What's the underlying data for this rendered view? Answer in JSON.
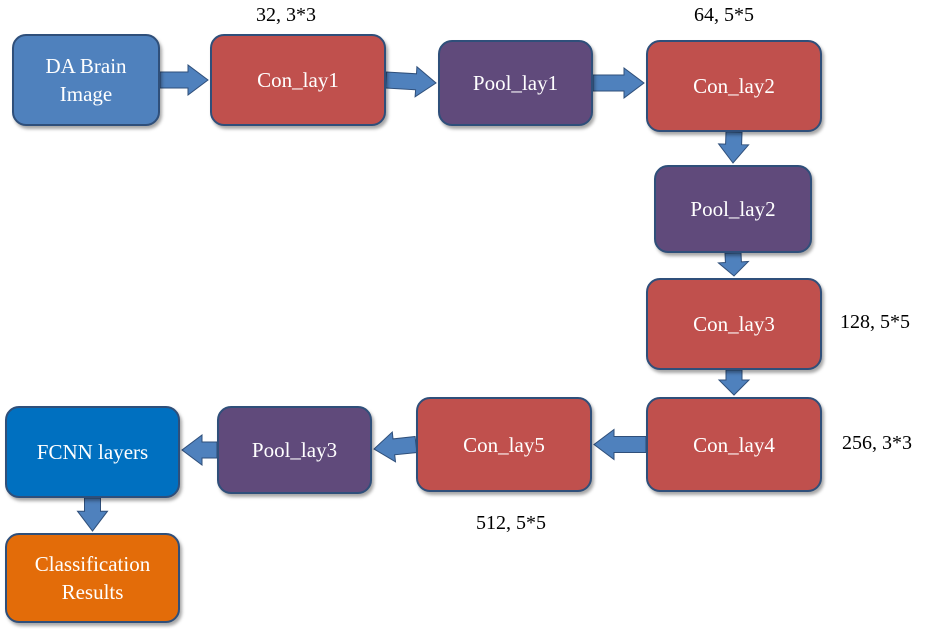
{
  "colors": {
    "input": "#4f81bd",
    "conv": "#c0504d",
    "pool": "#604a7b",
    "fcnn": "#0070c0",
    "output": "#e36c09",
    "arrow": "#4f81bd",
    "border": "#2f4f7a"
  },
  "nodes": [
    {
      "id": "input",
      "label": "DA Brain\nImage",
      "kind": "input"
    },
    {
      "id": "con1",
      "label": "Con_lay1",
      "kind": "conv"
    },
    {
      "id": "pool1",
      "label": "Pool_lay1",
      "kind": "pool"
    },
    {
      "id": "con2",
      "label": "Con_lay2",
      "kind": "conv"
    },
    {
      "id": "pool2",
      "label": "Pool_lay2",
      "kind": "pool"
    },
    {
      "id": "con3",
      "label": "Con_lay3",
      "kind": "conv"
    },
    {
      "id": "con4",
      "label": "Con_lay4",
      "kind": "conv"
    },
    {
      "id": "con5",
      "label": "Con_lay5",
      "kind": "conv"
    },
    {
      "id": "pool3",
      "label": "Pool_lay3",
      "kind": "pool"
    },
    {
      "id": "fcnn",
      "label": "FCNN layers",
      "kind": "fcnn"
    },
    {
      "id": "output",
      "label": "Classification\nResults",
      "kind": "output"
    }
  ],
  "edges": [
    {
      "from": "input",
      "to": "con1"
    },
    {
      "from": "con1",
      "to": "pool1"
    },
    {
      "from": "pool1",
      "to": "con2"
    },
    {
      "from": "con2",
      "to": "pool2"
    },
    {
      "from": "pool2",
      "to": "con3"
    },
    {
      "from": "con3",
      "to": "con4"
    },
    {
      "from": "con4",
      "to": "con5"
    },
    {
      "from": "con5",
      "to": "pool3"
    },
    {
      "from": "pool3",
      "to": "fcnn"
    },
    {
      "from": "fcnn",
      "to": "output"
    }
  ],
  "annotations": [
    {
      "id": "con1",
      "text": "32, 3*3"
    },
    {
      "id": "con2",
      "text": "64, 5*5"
    },
    {
      "id": "con3",
      "text": "128, 5*5"
    },
    {
      "id": "con4",
      "text": "256, 3*3"
    },
    {
      "id": "con5",
      "text": "512, 5*5"
    }
  ]
}
